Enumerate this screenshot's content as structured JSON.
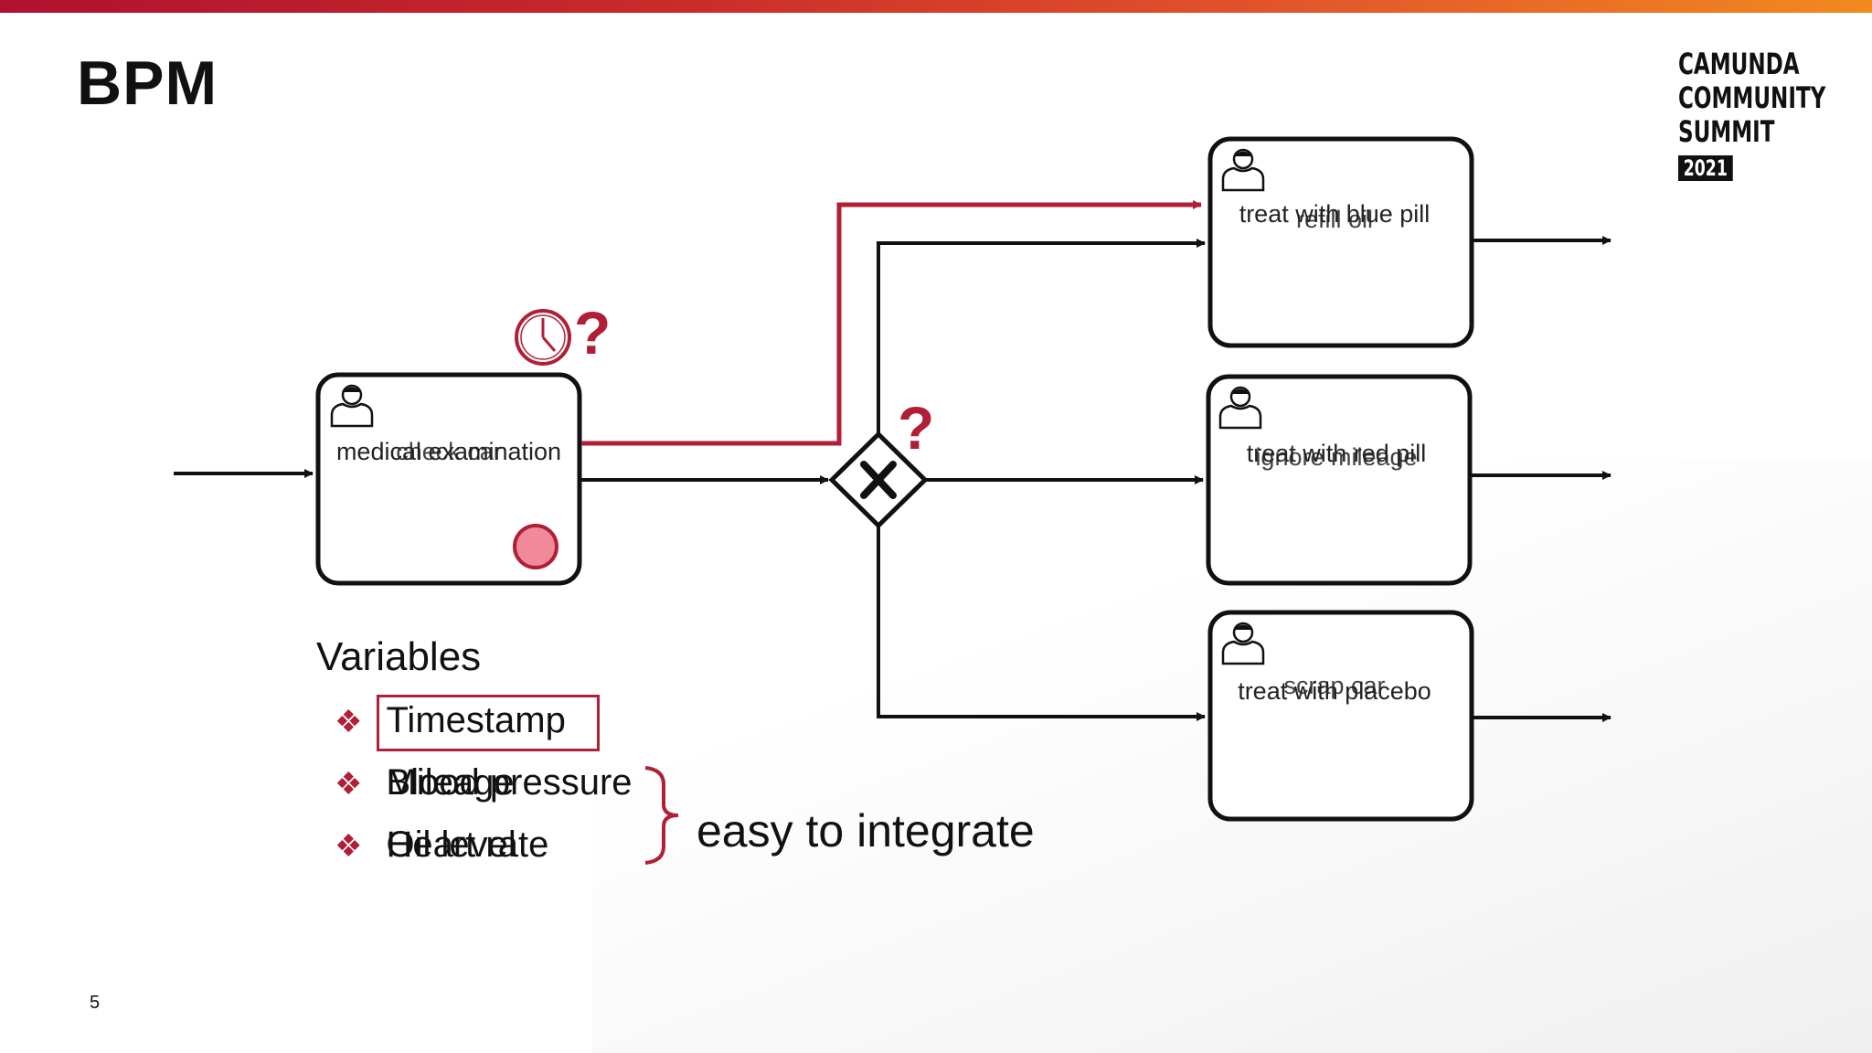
{
  "slide": {
    "title": "BPM",
    "page_number": "5"
  },
  "logo": {
    "line1": "CAMUNDA",
    "line2": "COMMUNITY",
    "line3": "SUMMIT",
    "year": "2021"
  },
  "tasks": {
    "exam": {
      "label_a": "medical examination",
      "label_b": "check car"
    },
    "task1": {
      "label_a": "treat with blue pill",
      "label_b": "refill oil"
    },
    "task2": {
      "label_a": "treat with red pill",
      "label_b": "ignore mileage"
    },
    "task3": {
      "label_a": "treat with placebo",
      "label_b": "scrap car"
    }
  },
  "question_marks": {
    "timer": "?",
    "gateway": "?"
  },
  "variables": {
    "heading": "Variables",
    "items": [
      {
        "a": "Timestamp",
        "b": ""
      },
      {
        "a": "Blood pressure",
        "b": "Mileage"
      },
      {
        "a": "Heart rate",
        "b": "Oil level"
      }
    ],
    "bullet": "❖",
    "note": "easy to integrate"
  },
  "colors": {
    "accent": "#b01f35",
    "flow": "#111111",
    "error_event_fill": "#f08a9a"
  },
  "icons": [
    "user-task-icon",
    "timer-icon",
    "exclusive-gateway-icon",
    "error-boundary-event-icon"
  ]
}
